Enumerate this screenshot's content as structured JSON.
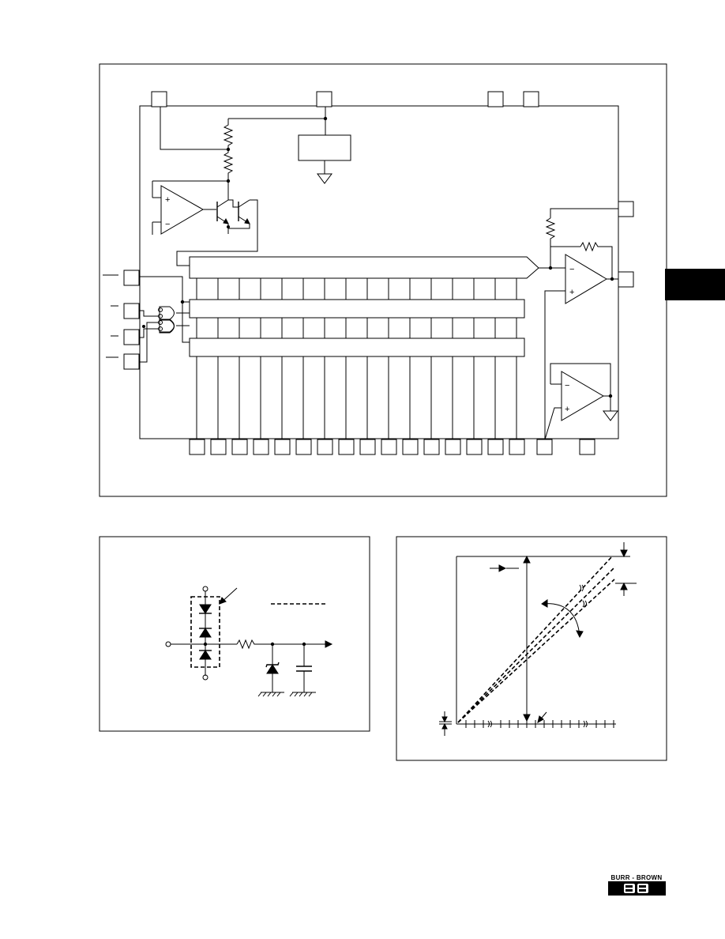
{
  "logo": {
    "text": "BURR - BROWN",
    "mark": "BB"
  },
  "block_diagram": {
    "top_pins": 4,
    "right_pins": 2,
    "left_pins": 4,
    "bottom_pins": 18,
    "dac_bits": 16,
    "opamp_signs": {
      "plus": "+",
      "minus": "−"
    }
  },
  "protection_circuit": {
    "diodes": 3
  },
  "transfer_curve": {
    "curves": 3
  },
  "page_tab": {
    "color": "#000000"
  }
}
